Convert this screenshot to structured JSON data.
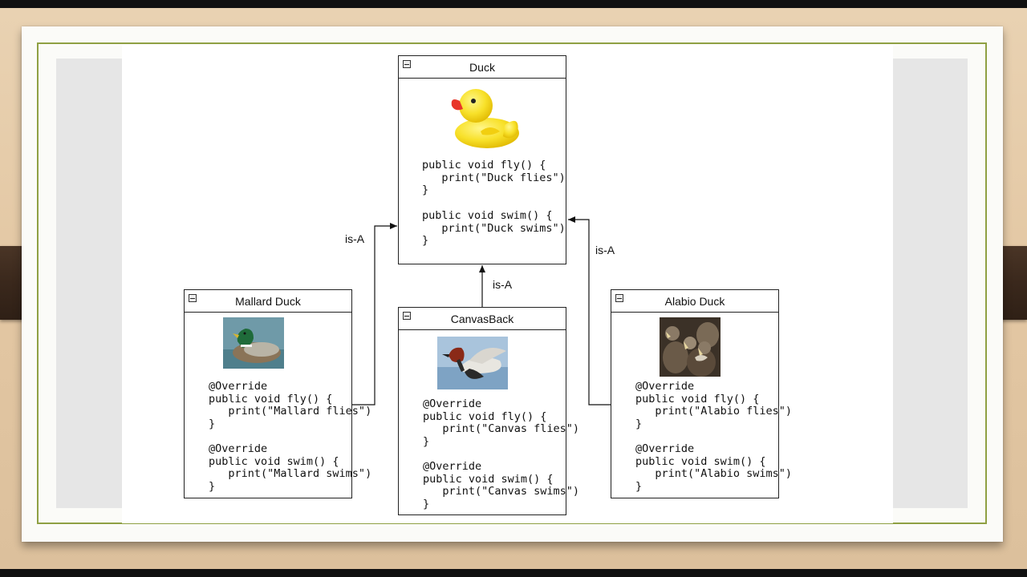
{
  "diagram": {
    "parent": {
      "name": "Duck",
      "icon": "rubber-duck-image",
      "methods": [
        [
          "public void fly() {",
          "   print(\"Duck flies\")",
          "}"
        ],
        [
          "public void swim() {",
          "   print(\"Duck swims\")",
          "}"
        ]
      ]
    },
    "children": [
      {
        "name": "Mallard Duck",
        "icon": "mallard-duck-photo",
        "methods": [
          [
            "@Override",
            "public void fly() {",
            "   print(\"Mallard flies\")",
            "}"
          ],
          [
            "@Override",
            "public void swim() {",
            "   print(\"Mallard swims\")",
            "}"
          ]
        ],
        "relation": "is-A"
      },
      {
        "name": "CanvasBack",
        "icon": "canvasback-duck-photo",
        "methods": [
          [
            "@Override",
            "public void fly() {",
            "   print(\"Canvas flies\")",
            "}"
          ],
          [
            "@Override",
            "public void swim() {",
            "   print(\"Canvas swims\")",
            "}"
          ]
        ],
        "relation": "is-A"
      },
      {
        "name": "Alabio Duck",
        "icon": "alabio-ducks-photo",
        "methods": [
          [
            "@Override",
            "public void fly() {",
            "   print(\"Alabio flies\")",
            "}"
          ],
          [
            "@Override",
            "public void swim() {",
            "   print(\"Alabio swims\")",
            "}"
          ]
        ],
        "relation": "is-A"
      }
    ]
  },
  "colors": {
    "frame": "#8fa043",
    "strap": "#3a281c",
    "desk": "#e3c7a3"
  }
}
